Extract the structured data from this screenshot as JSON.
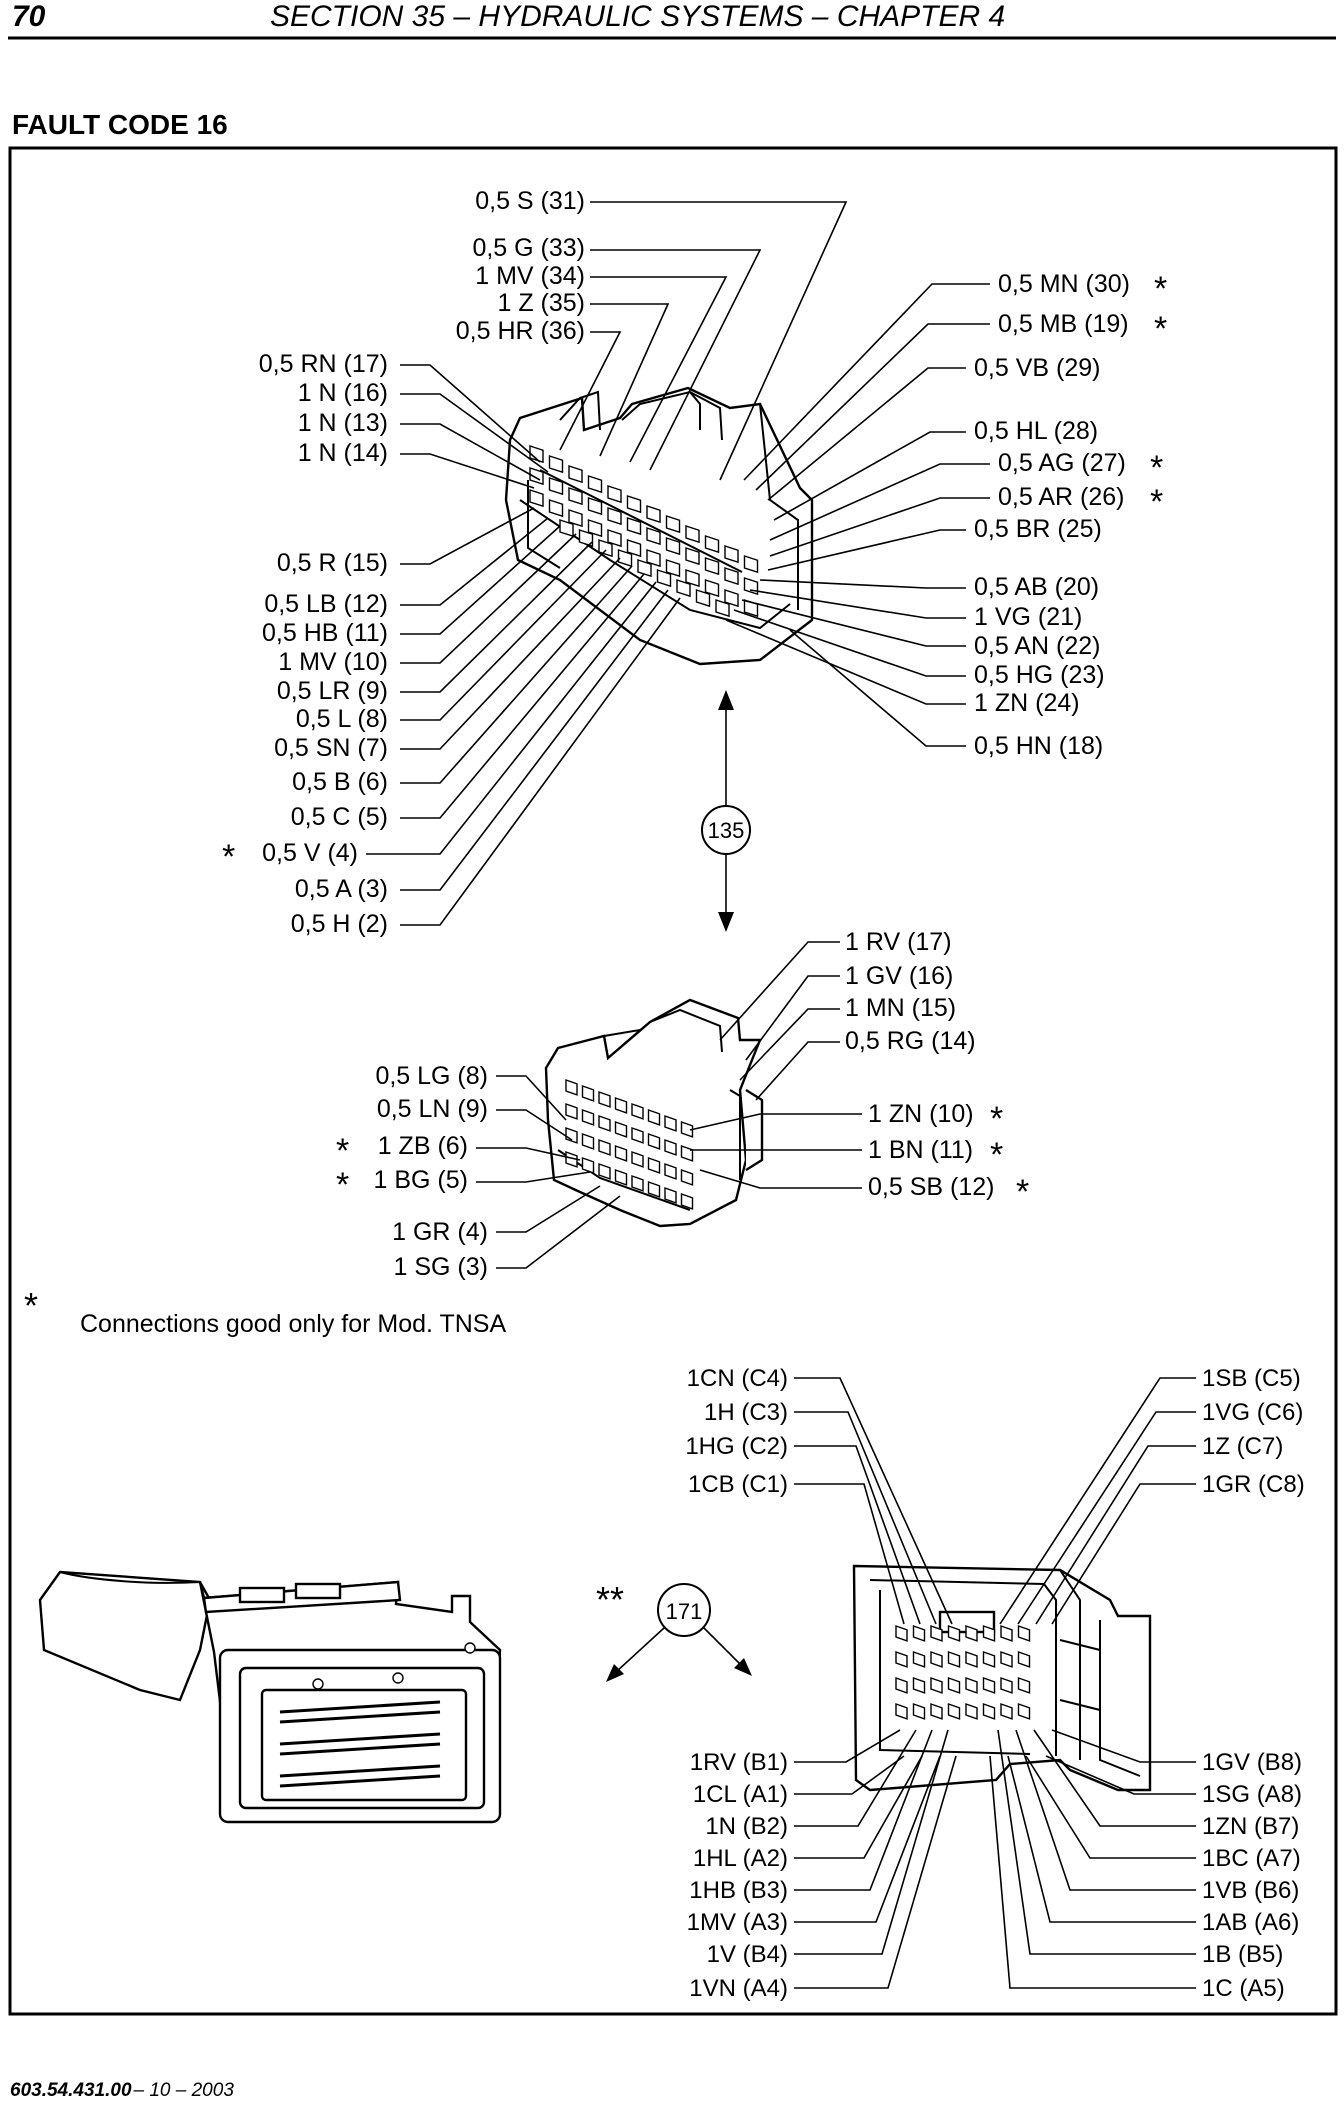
{
  "header": {
    "page_number": "70",
    "section_title": "SECTION 35 – HYDRAULIC SYSTEMS – CHAPTER 4"
  },
  "fault_title": "FAULT CODE 16",
  "connector_135": {
    "ref": "135",
    "left_labels": [
      "0,5 RN (17)",
      "1 N (16)",
      "1 N (13)",
      "1 N (14)",
      "0,5 R (15)",
      "0,5 LB (12)",
      "0,5 HB (11)",
      "1 MV (10)",
      "0,5 LR (9)",
      "0,5 L (8)",
      "0,5 SN (7)",
      "0,5 B (6)",
      "0,5 C (5)",
      "0,5 V (4)",
      "0,5 A (3)",
      "0,5 H (2)"
    ],
    "top_labels": [
      "0,5 S (31)",
      "0,5 G (33)",
      "1 MV (34)",
      "1 Z (35)",
      "0,5 HR (36)"
    ],
    "right_labels": [
      "0,5 MN (30)",
      "0,5 MB (19)",
      "0,5 VB (29)",
      "0,5 HL (28)",
      "0,5 AG (27)",
      "0,5 AR (26)",
      "0,5 BR (25)",
      "0,5 AB (20)",
      "1 VG (21)",
      "0,5 AN (22)",
      "0,5 HG (23)",
      "1 ZN (24)",
      "0,5 HN (18)"
    ]
  },
  "connector_mating": {
    "right_top_labels": [
      "1 RV (17)",
      "1 GV (16)",
      "1 MN (15)",
      "0,5 RG (14)"
    ],
    "right_bottom_labels": [
      "1 ZN (10)",
      "1 BN (11)",
      "0,5 SB (12)"
    ],
    "left_labels": [
      "0,5 LG (8)",
      "0,5 LN (9)",
      "1 ZB (6)",
      "1 BG (5)",
      "1 GR (4)",
      "1 SG (3)"
    ]
  },
  "note": {
    "symbol": "*",
    "text": "Connections good only for Mod. TNSA"
  },
  "connector_171": {
    "ref": "171",
    "marker": "**",
    "top_left_labels": [
      "1CN (C4)",
      "1H (C3)",
      "1HG (C2)",
      "1CB (C1)"
    ],
    "top_right_labels": [
      "1SB (C5)",
      "1VG (C6)",
      "1Z (C7)",
      "1GR (C8)"
    ],
    "bottom_left_labels": [
      "1RV (B1)",
      "1CL (A1)",
      "1N (B2)",
      "1HL (A2)",
      "1HB (B3)",
      "1MV (A3)",
      "1V (B4)",
      "1VN (A4)"
    ],
    "bottom_right_labels": [
      "1GV (B8)",
      "1SG (A8)",
      "1ZN (B7)",
      "1BC (A7)",
      "1VB (B6)",
      "1AB (A6)",
      "1B (B5)",
      "1C (A5)"
    ]
  },
  "footer": {
    "doc_number": "603.54.431.00",
    "date": "– 10 – 2003"
  }
}
